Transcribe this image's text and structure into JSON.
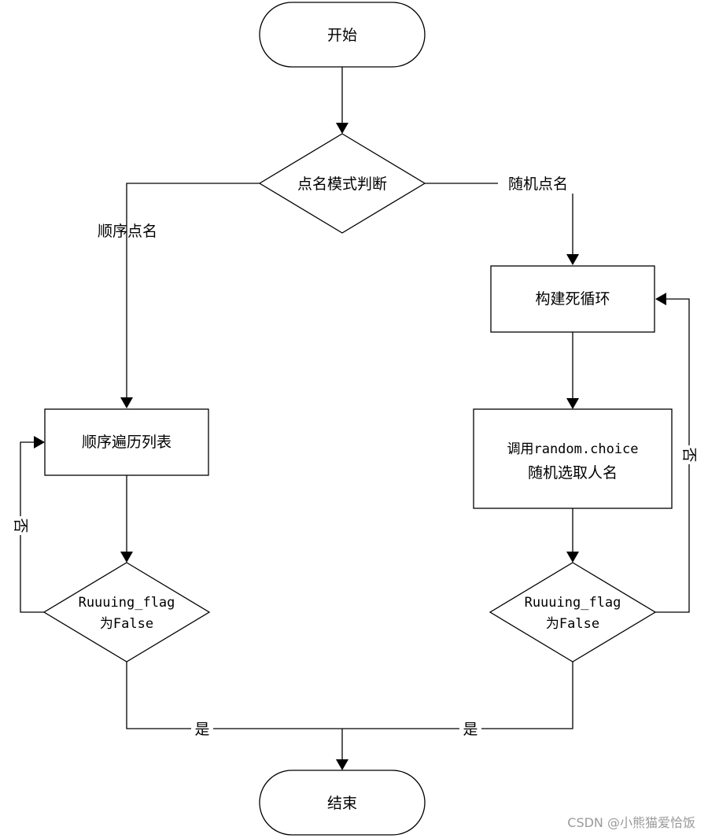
{
  "nodes": {
    "start": "开始",
    "mode_decision": "点名模式判断",
    "infinite_loop": "构建死循环",
    "random_choice_line1": "调用random.choice",
    "random_choice_line2": "随机选取人名",
    "sequential_traverse": "顺序遍历列表",
    "left_flag_line1": "Ruuuing_flag",
    "left_flag_line2": "为False",
    "right_flag_line1": "Ruuuing_flag",
    "right_flag_line2": "为False",
    "end": "结束"
  },
  "edges": {
    "sequential": "顺序点名",
    "random": "随机点名",
    "left_no": "否",
    "right_no": "否",
    "left_yes": "是",
    "right_yes": "是"
  },
  "watermark": "CSDN @小熊猫爱恰饭"
}
